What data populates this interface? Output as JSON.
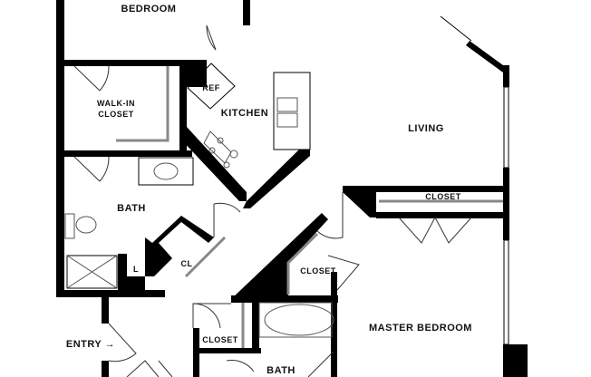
{
  "floorplan": {
    "rooms": {
      "bedroom": "BEDROOM",
      "walk_in_closet": "WALK-IN CLOSET",
      "ref": "REF",
      "kitchen": "KITCHEN",
      "living": "LIVING",
      "bath_1": "BATH",
      "closet_master_top": "CLOSET",
      "linen": "L",
      "cl": "CL",
      "closet_mid": "CLOSET",
      "master_bedroom": "MASTER BEDROOM",
      "entry": "ENTRY →",
      "closet_entry": "CLOSET",
      "bath_2": "BATH"
    },
    "colors": {
      "wall": "#000000",
      "fixture": "#888888",
      "background": "#ffffff"
    }
  }
}
